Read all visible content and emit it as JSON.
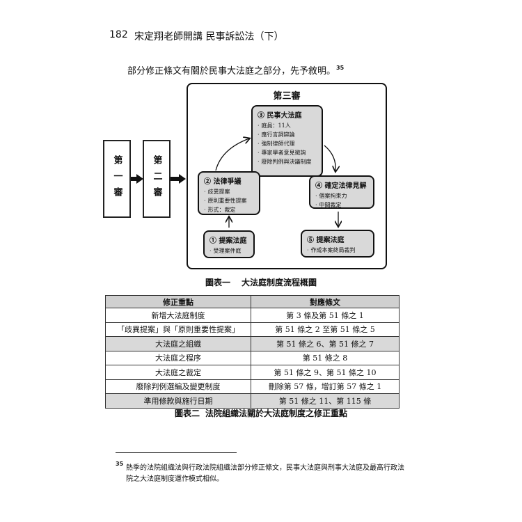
{
  "header": {
    "page_number": "182",
    "running_head": "宋定翔老師開講 民事訴訟法（下）"
  },
  "intro": {
    "text": "部分修正條文有關於民事大法庭之部分，先予敘明。",
    "footnote_ref": "35"
  },
  "figure1": {
    "stage_title": "第三審",
    "instances": [
      "第一審",
      "第二審"
    ],
    "nodes": {
      "grand_chamber": {
        "title": "③ 民事大法庭",
        "items": [
          "庭員：11人",
          "應行言詞辯論",
          "強制律師代理",
          "專家學者意見徵詢",
          "廢除判例與決議制度"
        ]
      },
      "referral": {
        "title": "② 法律爭議",
        "items": [
          "歧異提案",
          "原則重要性提案",
          "形式：裁定"
        ]
      },
      "filing": {
        "title": "① 提案法庭",
        "items": [
          "受理案件庭"
        ]
      },
      "legal_view": {
        "title": "④ 確定法律見解",
        "items": [
          "個案拘束力",
          "中間裁定"
        ]
      },
      "ruling": {
        "title": "⑤ 提案法庭",
        "items": [
          "作成本案終局裁判"
        ]
      }
    },
    "caption_label": "圖表一",
    "caption_text": "大法庭制度流程概圖"
  },
  "table": {
    "headers": [
      "修正重點",
      "對應條文"
    ],
    "rows": [
      [
        "新增大法庭制度",
        "第 3 條及第 51 條之 1"
      ],
      [
        "「歧異提案」與「原則重要性提案」",
        "第 51 條之 2 至第 51 條之 5"
      ],
      [
        "大法庭之組織",
        "第 51 條之 6、第 51 條之 7"
      ],
      [
        "大法庭之程序",
        "第 51 條之 8"
      ],
      [
        "大法庭之裁定",
        "第 51 條之 9、第 51 條之 10"
      ],
      [
        "廢除判例選編及變更制度",
        "刪除第 57 條，增訂第 57 條之 1"
      ],
      [
        "準用條款與施行日期",
        "第 51 條之 11、第 115 條"
      ]
    ]
  },
  "figure2": {
    "caption_label": "圖表二",
    "caption_text": "法院組織法關於大法庭制度之修正重點"
  },
  "footnote": {
    "mark": "35",
    "text": "熱季的法院組織法與行政法院組織法部分修正條文，民事大法庭與刑事大法庭及最高行政法院之大法庭制度運作模式相似。"
  }
}
